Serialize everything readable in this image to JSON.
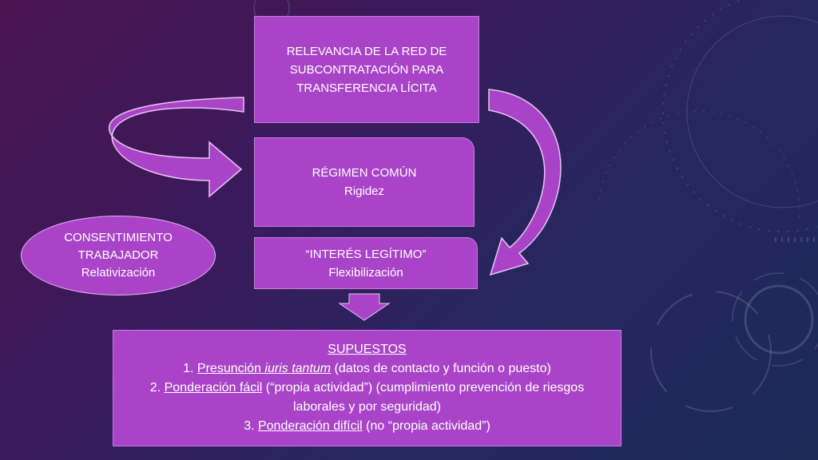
{
  "colors": {
    "box_fill": "#a944c8",
    "arrow_fill": "#a944c8",
    "text": "#ffffff"
  },
  "boxes": {
    "top": {
      "line1": "RELEVANCIA DE LA RED DE",
      "line2": "SUBCONTRATACIÓN PARA",
      "line3": "TRANSFERENCIA LÍCITA"
    },
    "regimen": {
      "title": "RÉGIMEN COMÚN",
      "subtitle": "Rigidez"
    },
    "interes": {
      "title": "“INTERÉS LEGÍTIMO”",
      "subtitle": "Flexibilización"
    },
    "consentimiento": {
      "line1": "CONSENTIMIENTO",
      "line2": "TRABAJADOR",
      "line3": "Relativización"
    }
  },
  "supuestos": {
    "heading": "SUPUESTOS",
    "item1": {
      "num": "1. ",
      "u1": "Presunción ",
      "italic": "iuris tantum",
      "rest": " (datos de contacto y función o puesto)"
    },
    "item2": {
      "num": "2. ",
      "u": "Ponderación fácil",
      "rest_a": " (“propia actividad”) (cumplimiento prevención de riesgos",
      "rest_b": "laborales y por seguridad)"
    },
    "item3": {
      "num": "3. ",
      "u": "Ponderación difícil",
      "rest": " (no “propia actividad”)"
    }
  },
  "icons": [
    "left-curved-arrow-icon",
    "right-curved-arrow-icon",
    "down-arrow-icon"
  ]
}
